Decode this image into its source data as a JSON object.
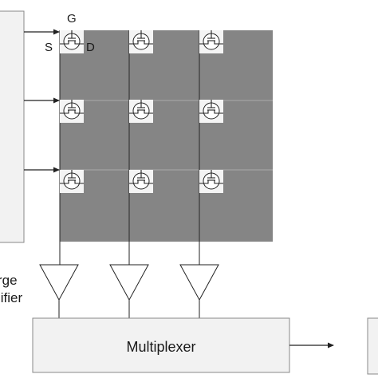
{
  "terminal_labels": {
    "gate": "G",
    "source": "S",
    "drain": "D"
  },
  "left_block_label": [
    "rge",
    "lifier"
  ],
  "multiplexer_label": "Multiplexer",
  "array": {
    "rows": 3,
    "cols": 3
  },
  "colors": {
    "array_fill": "#858585",
    "grid_line": "#a0a0a0",
    "block_fill": "#f2f2f2",
    "block_stroke": "#888888",
    "wire": "#222222",
    "transistor_bg": "#f4f4f4"
  },
  "icons": {
    "transistor": "tft-switch-icon",
    "amplifier": "triangle-amplifier-icon",
    "arrow": "arrowhead-icon"
  }
}
